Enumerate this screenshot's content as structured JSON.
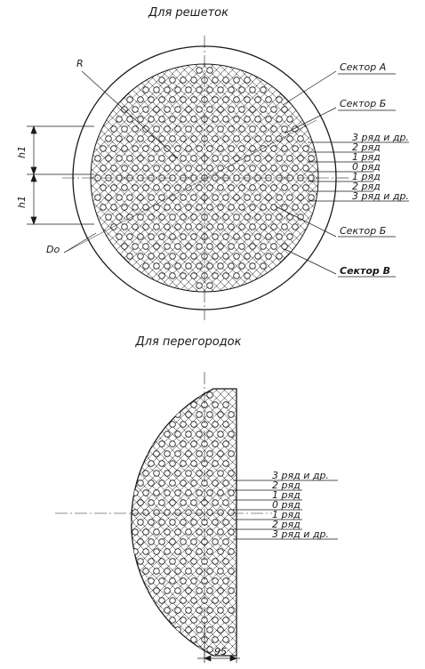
{
  "top_figure": {
    "title": "Для решеток",
    "labels": {
      "radius": "R",
      "sector_a": "Сектор А",
      "sector_b_top": "Сектор Б",
      "sector_b_bottom": "Сектор Б",
      "sector_v": "Сектор В",
      "diameter": "Do",
      "h1_upper": "h1",
      "h1_lower": "h1"
    },
    "rows": [
      "3 ряд и др.",
      "2 ряд",
      "1 ряд",
      "0 ряд",
      "1 ряд",
      "2 ряд",
      "3 ряд и др."
    ]
  },
  "bottom_figure": {
    "title": "Для перегородок",
    "rows": [
      "3 ряд и др.",
      "2 ряд",
      "1 ряд",
      "0 ряд",
      "1 ряд",
      "2 ряд",
      "3 ряд и др."
    ],
    "dimension": "95"
  },
  "colors": {
    "ink": "#1a1a1a",
    "paper": "#ffffff"
  }
}
